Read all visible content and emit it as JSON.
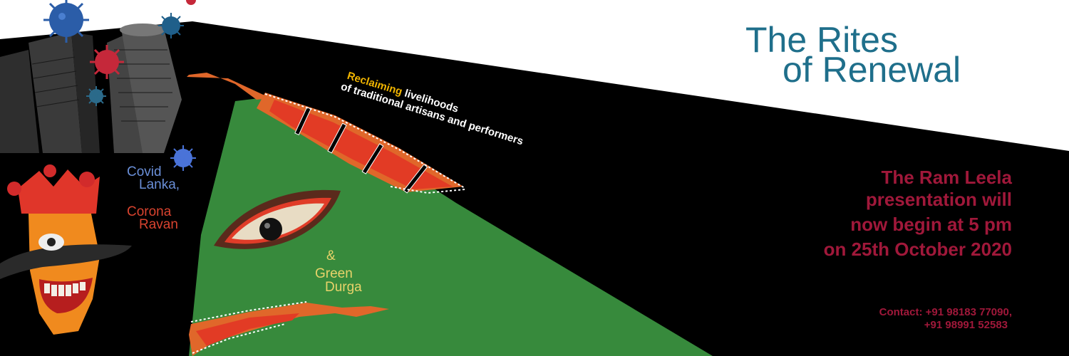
{
  "title": {
    "line1": "The Rites",
    "line2": "of Renewal"
  },
  "tagline": {
    "highlight": "Reclaiming",
    "line1_rest": " livelihoods",
    "line2": "of traditional artisans and performers"
  },
  "characters": {
    "covid_line1": "Covid",
    "covid_line2": "Lanka,",
    "corona_line1": "Corona",
    "corona_line2": "Ravan",
    "amp": "&",
    "green_line1": "Green",
    "green_line2": "Durga"
  },
  "announcement": {
    "line1": "The Ram Leela",
    "line2": "presentation will",
    "line3": "now begin at 5 pm",
    "line4": "on 25th October 2020"
  },
  "contact": {
    "line1": "Contact: +91 98183 77090,",
    "line2": "+91 98991 52583"
  },
  "colors": {
    "title": "#1f6f8b",
    "announcement": "#a0183a",
    "highlight": "#f0b400",
    "green": "#3a8a3f",
    "covid_blue": "#6a8fd8",
    "corona_red": "#d9432f",
    "durga_yellow": "#e8d36a"
  }
}
